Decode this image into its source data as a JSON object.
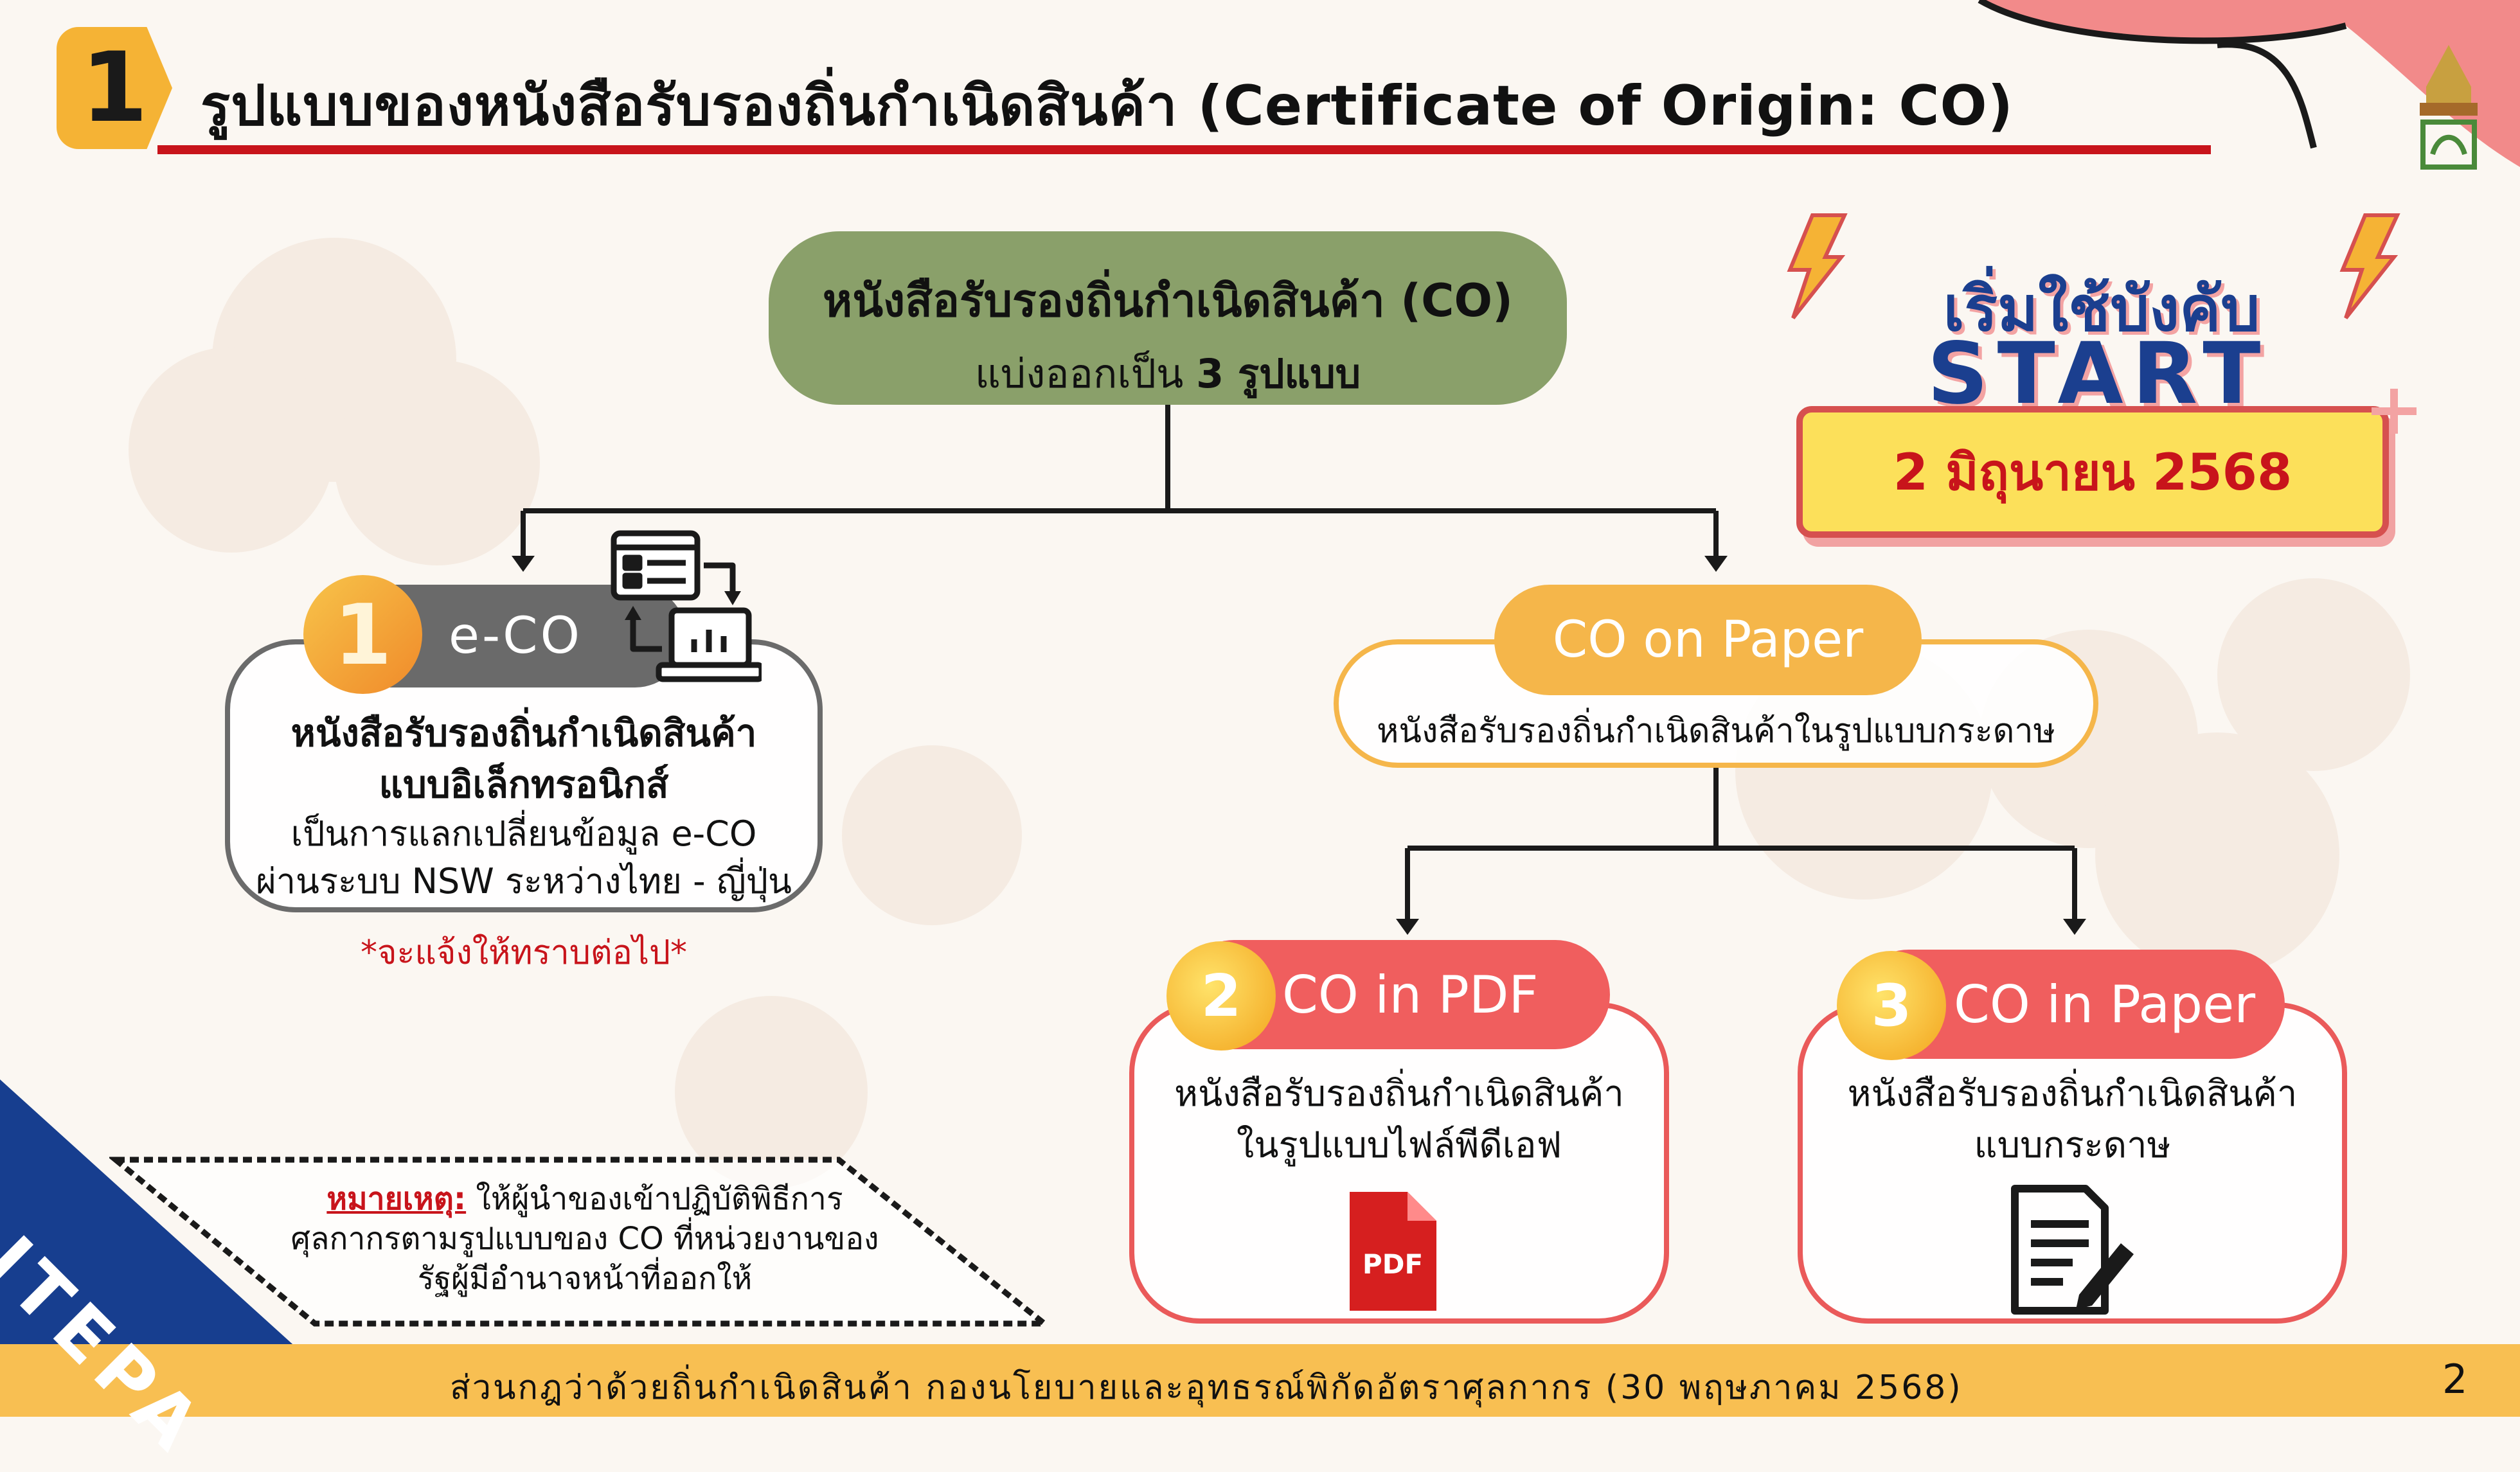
{
  "header": {
    "badge_number": "1",
    "title": "รูปแบบของหนังสือรับรองถิ่นกำเนิดสินค้า (Certificate of Origin: CO)"
  },
  "diagram": {
    "root": {
      "title": "หนังสือรับรองถิ่นกำเนิดสินค้า (CO)",
      "subtitle_prefix": "แบ่งออกเป็น",
      "subtitle_bold": "3 รูปแบบ"
    },
    "eco": {
      "number": "1",
      "label": "e-CO",
      "desc_bold_1": "หนังสือรับรองถิ่นกำเนิดสินค้า",
      "desc_bold_2": "แบบอิเล็กทรอนิกส์",
      "desc_1": "เป็นการแลกเปลี่ยนข้อมูล e-CO",
      "desc_2": "ผ่านระบบ NSW ระหว่างไทย - ญี่ปุ่น",
      "note": "*จะแจ้งให้ทราบต่อไป*"
    },
    "paper_group": {
      "label": "CO on Paper",
      "desc": "หนังสือรับรองถิ่นกำเนิดสินค้าในรูปแบบกระดาษ"
    },
    "pdf": {
      "number": "2",
      "label": "CO in PDF",
      "desc_1": "หนังสือรับรองถิ่นกำเนิดสินค้า",
      "desc_2": "ในรูปแบบไฟล์พีดีเอฟ",
      "icon_text": "PDF"
    },
    "paper": {
      "number": "3",
      "label": "CO in Paper",
      "desc_1": "หนังสือรับรองถิ่นกำเนิดสินค้า",
      "desc_2": "แบบกระดาษ"
    }
  },
  "start": {
    "thai": "เริ่มใช้บังคับ",
    "english": "START",
    "date": "2 มิถุนายน 2568"
  },
  "remark": {
    "label": "หมายเหตุ:",
    "line_1": "ให้ผู้นำของเข้าปฏิบัติพิธีการ",
    "line_2": "ศุลกากรตามรูปแบบของ CO ที่หน่วยงานของ",
    "line_3": "รัฐผู้มีอำนาจหน้าที่ออกให้"
  },
  "footer": {
    "text": "ส่วนกฎว่าด้วยถิ่นกำเนิดสินค้า กองนโยบายและอุทธรณ์พิกัดอัตราศุลกากร (30 พฤษภาคม 2568)",
    "page_number": "2",
    "corner_label": "JTEPA"
  },
  "colors": {
    "accent_red": "#c8141b",
    "badge_yellow": "#f5b335",
    "root_green": "#8aa06a",
    "paper_orange": "#f5b64a",
    "coral": "#f05e5e",
    "navy": "#1b3f8f",
    "footer_yellow": "#f8bf52"
  }
}
